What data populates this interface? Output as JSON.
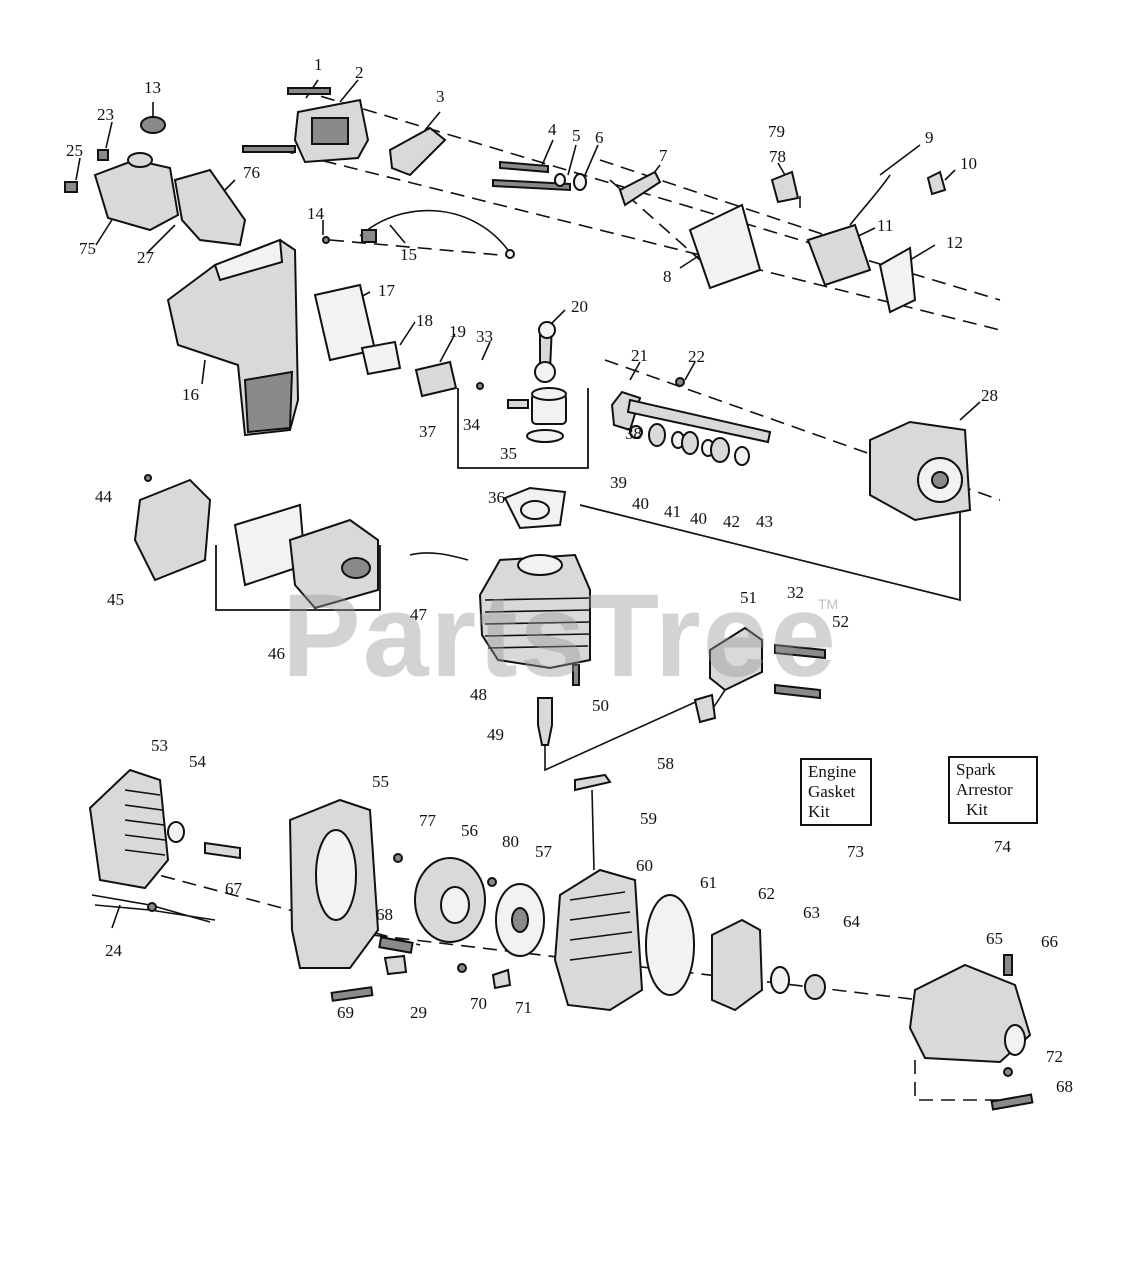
{
  "watermark": {
    "text": "PartsTree",
    "trademark": "TM"
  },
  "callouts": [
    {
      "id": "c1",
      "text": "1"
    },
    {
      "id": "c2",
      "text": "2"
    },
    {
      "id": "c3",
      "text": "3"
    },
    {
      "id": "c4",
      "text": "4"
    },
    {
      "id": "c5",
      "text": "5"
    },
    {
      "id": "c6",
      "text": "6"
    },
    {
      "id": "c7",
      "text": "7"
    },
    {
      "id": "c8",
      "text": "8"
    },
    {
      "id": "c9",
      "text": "9"
    },
    {
      "id": "c10",
      "text": "10"
    },
    {
      "id": "c11",
      "text": "11"
    },
    {
      "id": "c12",
      "text": "12"
    },
    {
      "id": "c13",
      "text": "13"
    },
    {
      "id": "c14",
      "text": "14"
    },
    {
      "id": "c15",
      "text": "15"
    },
    {
      "id": "c16",
      "text": "16"
    },
    {
      "id": "c17",
      "text": "17"
    },
    {
      "id": "c18",
      "text": "18"
    },
    {
      "id": "c19",
      "text": "19"
    },
    {
      "id": "c20",
      "text": "20"
    },
    {
      "id": "c21",
      "text": "21"
    },
    {
      "id": "c22",
      "text": "22"
    },
    {
      "id": "c23",
      "text": "23"
    },
    {
      "id": "c24",
      "text": "24"
    },
    {
      "id": "c25",
      "text": "25"
    },
    {
      "id": "c27",
      "text": "27"
    },
    {
      "id": "c28",
      "text": "28"
    },
    {
      "id": "c29",
      "text": "29"
    },
    {
      "id": "c32",
      "text": "32"
    },
    {
      "id": "c33",
      "text": "33"
    },
    {
      "id": "c34",
      "text": "34"
    },
    {
      "id": "c35",
      "text": "35"
    },
    {
      "id": "c36",
      "text": "36"
    },
    {
      "id": "c37",
      "text": "37"
    },
    {
      "id": "c38",
      "text": "38"
    },
    {
      "id": "c39",
      "text": "39"
    },
    {
      "id": "c40a",
      "text": "40"
    },
    {
      "id": "c40b",
      "text": "40"
    },
    {
      "id": "c41",
      "text": "41"
    },
    {
      "id": "c42",
      "text": "42"
    },
    {
      "id": "c43",
      "text": "43"
    },
    {
      "id": "c44",
      "text": "44"
    },
    {
      "id": "c45",
      "text": "45"
    },
    {
      "id": "c46",
      "text": "46"
    },
    {
      "id": "c47",
      "text": "47"
    },
    {
      "id": "c48",
      "text": "48"
    },
    {
      "id": "c49",
      "text": "49"
    },
    {
      "id": "c50",
      "text": "50"
    },
    {
      "id": "c51",
      "text": "51"
    },
    {
      "id": "c52",
      "text": "52"
    },
    {
      "id": "c53",
      "text": "53"
    },
    {
      "id": "c54",
      "text": "54"
    },
    {
      "id": "c55",
      "text": "55"
    },
    {
      "id": "c56",
      "text": "56"
    },
    {
      "id": "c57",
      "text": "57"
    },
    {
      "id": "c58",
      "text": "58"
    },
    {
      "id": "c59",
      "text": "59"
    },
    {
      "id": "c60",
      "text": "60"
    },
    {
      "id": "c61",
      "text": "61"
    },
    {
      "id": "c62",
      "text": "62"
    },
    {
      "id": "c63",
      "text": "63"
    },
    {
      "id": "c64",
      "text": "64"
    },
    {
      "id": "c65",
      "text": "65"
    },
    {
      "id": "c66",
      "text": "66"
    },
    {
      "id": "c67",
      "text": "67"
    },
    {
      "id": "c68a",
      "text": "68"
    },
    {
      "id": "c68b",
      "text": "68"
    },
    {
      "id": "c69",
      "text": "69"
    },
    {
      "id": "c70",
      "text": "70"
    },
    {
      "id": "c71",
      "text": "71"
    },
    {
      "id": "c72",
      "text": "72"
    },
    {
      "id": "c73",
      "text": "73"
    },
    {
      "id": "c74",
      "text": "74"
    },
    {
      "id": "c75",
      "text": "75"
    },
    {
      "id": "c76",
      "text": "76"
    },
    {
      "id": "c77",
      "text": "77"
    },
    {
      "id": "c78",
      "text": "78"
    },
    {
      "id": "c79",
      "text": "79"
    },
    {
      "id": "c80",
      "text": "80"
    }
  ],
  "kits": {
    "engine_gasket": [
      "Engine",
      "Gasket",
      "Kit"
    ],
    "spark_arrestor": [
      "Spark",
      "Arrestor",
      "Kit"
    ]
  }
}
